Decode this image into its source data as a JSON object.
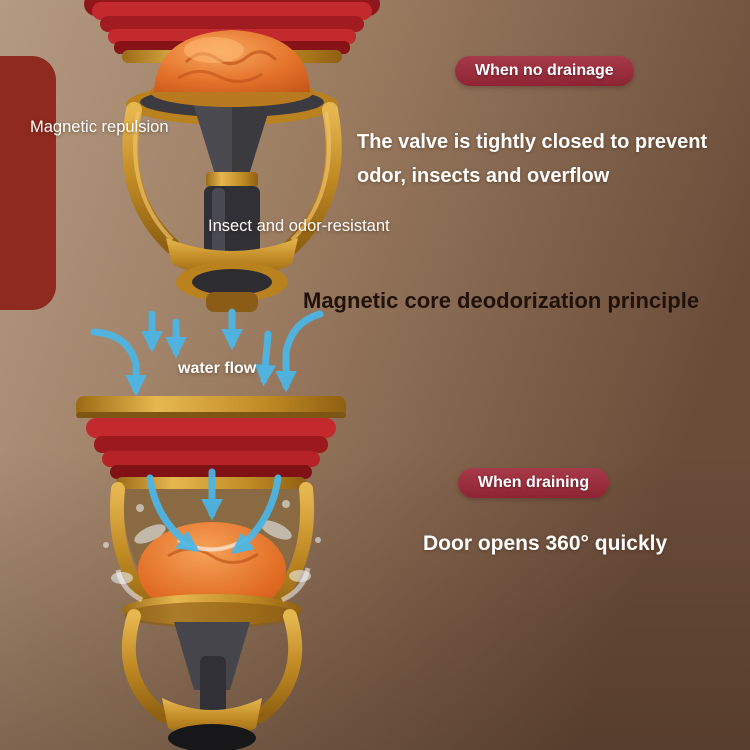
{
  "title": "Magnetic core deodorization principle",
  "top_section": {
    "badge": "When no drainage",
    "magnetic_label": "Magnetic repulsion",
    "description_line1": "The valve is tightly closed to prevent",
    "description_line2": "odor, insects and overflow",
    "insect_label": "Insect and odor-resistant"
  },
  "bottom_section": {
    "water_flow_label": "water flow",
    "badge": "When draining",
    "description": "Door opens 360° quickly"
  },
  "colors": {
    "badge_background": "#8e2433",
    "text_white": "#ffffff",
    "title_dark": "#20120a",
    "arrow_blue": "#4ab7e8",
    "valve_gold": "#c08a24",
    "flange_red": "#c22a2e",
    "seal_orange": "#e4712a",
    "background_tan": "#b49a82",
    "background_brown": "#6a4c39"
  }
}
